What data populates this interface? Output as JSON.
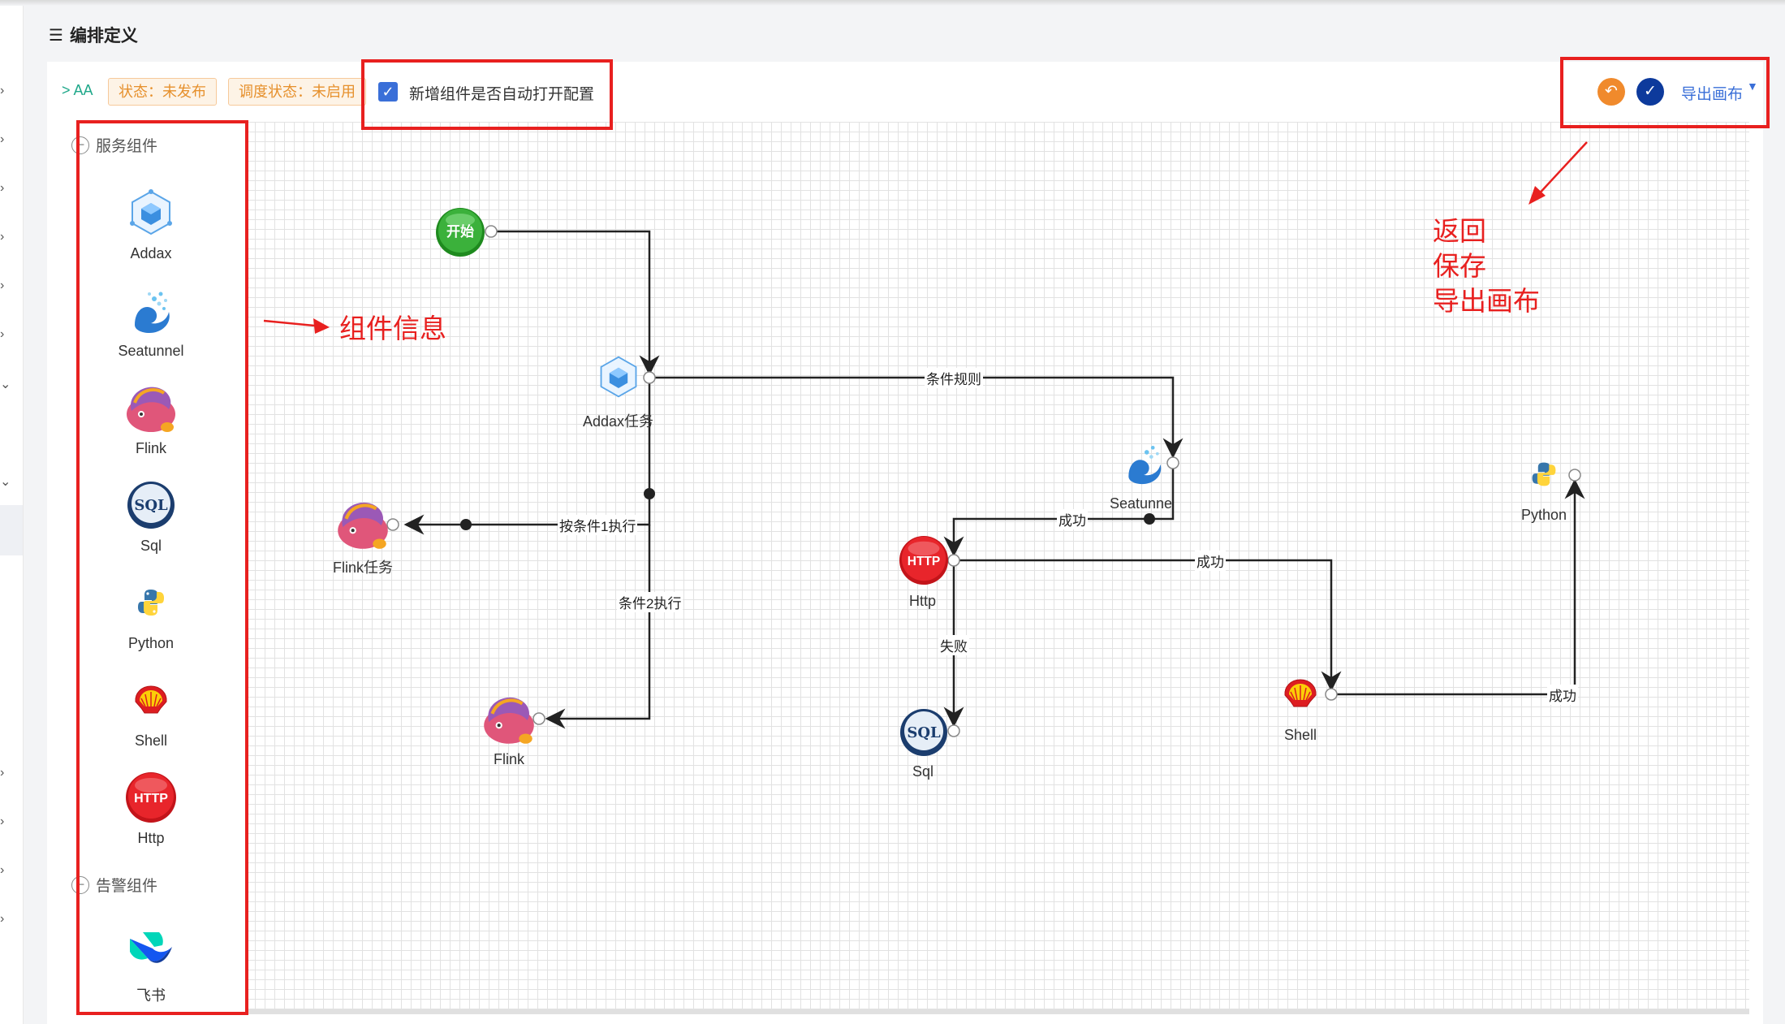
{
  "page": {
    "title": "编排定义"
  },
  "toolbar": {
    "breadcrumb": "> AA",
    "status_tag": "状态：未发布",
    "schedule_tag": "调度状态：未启用",
    "auto_open_label": "新增组件是否自动打开配置",
    "auto_open_checked": true,
    "back_icon": "undo-icon",
    "save_icon": "check-icon",
    "export_label": "导出画布"
  },
  "palette": {
    "service_section": "服务组件",
    "service_items": [
      {
        "label": "Addax",
        "icon": "addax-icon"
      },
      {
        "label": "Seatunnel",
        "icon": "seatunnel-icon"
      },
      {
        "label": "Flink",
        "icon": "flink-icon"
      },
      {
        "label": "Sql",
        "icon": "sql-icon"
      },
      {
        "label": "Python",
        "icon": "python-icon"
      },
      {
        "label": "Shell",
        "icon": "shell-icon"
      },
      {
        "label": "Http",
        "icon": "http-icon"
      }
    ],
    "alert_section": "告警组件",
    "alert_items": [
      {
        "label": "飞书",
        "icon": "feishu-icon"
      }
    ]
  },
  "canvas": {
    "nodes": [
      {
        "id": "start",
        "label": "",
        "badge": "开始",
        "icon": "start-icon"
      },
      {
        "id": "addax",
        "label": "Addax任务",
        "icon": "addax-icon"
      },
      {
        "id": "seatunnel",
        "label": "Seatunne",
        "icon": "seatunnel-icon"
      },
      {
        "id": "flinktask",
        "label": "Flink任务",
        "icon": "flink-icon"
      },
      {
        "id": "flink",
        "label": "Flink",
        "icon": "flink-icon"
      },
      {
        "id": "http",
        "label": "Http",
        "badge": "HTTP",
        "icon": "http-icon"
      },
      {
        "id": "sql",
        "label": "Sql",
        "badge": "SQL",
        "icon": "sql-icon"
      },
      {
        "id": "shell",
        "label": "Shell",
        "icon": "shell-icon"
      },
      {
        "id": "python",
        "label": "Python",
        "icon": "python-icon"
      }
    ],
    "edges": [
      {
        "from": "addax",
        "to": "seatunnel",
        "label": "条件规则"
      },
      {
        "from": "addax",
        "to": "flinktask",
        "label": "按条件1执行"
      },
      {
        "from": "addax",
        "to": "flink",
        "label": "条件2执行"
      },
      {
        "from": "seatunnel",
        "to": "http",
        "label": "成功"
      },
      {
        "from": "http",
        "to": "shell",
        "label": "成功"
      },
      {
        "from": "http",
        "to": "sql",
        "label": "失败"
      },
      {
        "from": "shell",
        "to": "python",
        "label": "成功"
      }
    ]
  },
  "annotations": {
    "component_info": "组件信息",
    "top_right": [
      "返回",
      "保存",
      "导出画布"
    ]
  },
  "colors": {
    "annotation": "#e8201f",
    "link": "#3a6fd8",
    "tag": "#e6902c",
    "back": "#f08a2c",
    "save": "#0d3a9c"
  }
}
